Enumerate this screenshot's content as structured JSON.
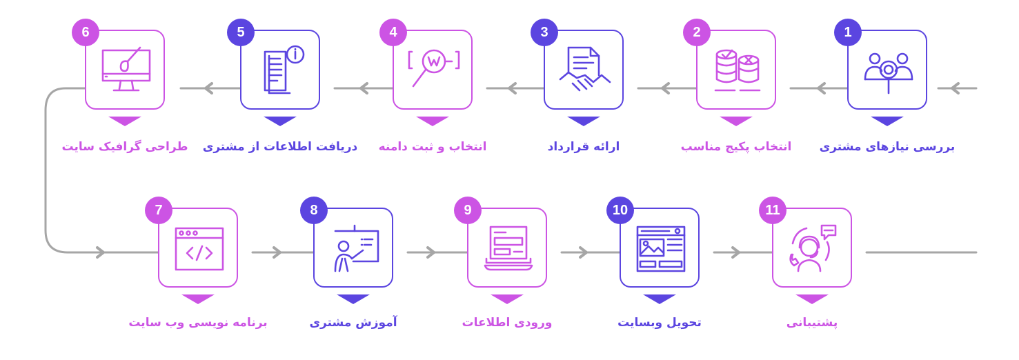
{
  "colors": {
    "purple": "#cc54e4",
    "indigo": "#5b45e0",
    "line": "#a6a6a6"
  },
  "steps": [
    {
      "number": "1",
      "label": "بررسی نیازهای مشتری",
      "color": "indigo",
      "icon": "users-search-icon"
    },
    {
      "number": "2",
      "label": "انتخاب پکیج مناسب",
      "color": "purple",
      "icon": "coin-stacks-check-icon"
    },
    {
      "number": "3",
      "label": "ارائه قرارداد",
      "color": "indigo",
      "icon": "contract-handshake-icon"
    },
    {
      "number": "4",
      "label": "انتخاب و ثبت دامنه",
      "color": "purple",
      "icon": "domain-search-icon"
    },
    {
      "number": "5",
      "label": "دریافت اطلاعات از مشتری",
      "color": "indigo",
      "icon": "document-info-icon"
    },
    {
      "number": "6",
      "label": "طراحی گرافیک سایت",
      "color": "purple",
      "icon": "monitor-brush-icon"
    },
    {
      "number": "7",
      "label": "برنامه نویسی وب سایت",
      "color": "purple",
      "icon": "code-window-icon"
    },
    {
      "number": "8",
      "label": "آموزش مشتری",
      "color": "indigo",
      "icon": "teacher-board-icon"
    },
    {
      "number": "9",
      "label": "ورودی اطلاعات",
      "color": "purple",
      "icon": "laptop-form-icon"
    },
    {
      "number": "10",
      "label": "تحویل وبسایت",
      "color": "indigo",
      "icon": "website-layout-icon"
    },
    {
      "number": "11",
      "label": "پشتیبانی",
      "color": "purple",
      "icon": "support-agent-icon"
    }
  ]
}
